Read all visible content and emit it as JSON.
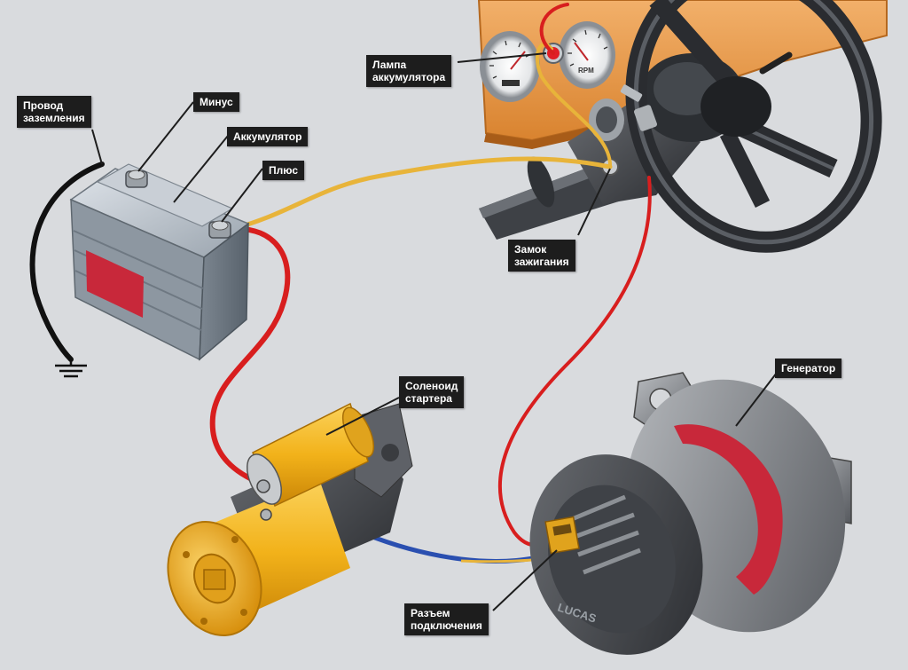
{
  "labels": {
    "ground_wire": "Провод\nзаземления",
    "minus": "Минус",
    "battery": "Аккумулятор",
    "plus": "Плюс",
    "battery_lamp": "Лампа\nаккумулятора",
    "ignition_switch": "Замок\nзажигания",
    "starter_solenoid": "Соленоид\nстартера",
    "alternator": "Генератор",
    "connector": "Разъем\nподключения"
  },
  "gauges": {
    "rpm_text": "RPM"
  },
  "alternator_brand": "LUCAS",
  "colors": {
    "background": "#d9dbde",
    "label_bg": "#1d1d1d",
    "label_text": "#ffffff",
    "wire_red": "#d81e1e",
    "wire_yellow": "#e8b43a",
    "wire_blue": "#2a4fb0",
    "wire_black": "#111111",
    "starter_gold": "#f2b21a",
    "dashboard_orange": "#e99a45"
  }
}
